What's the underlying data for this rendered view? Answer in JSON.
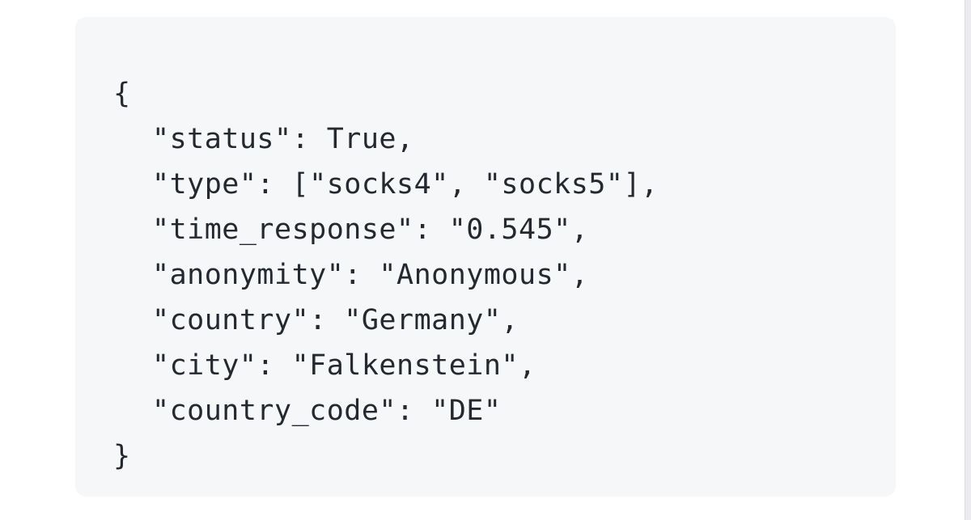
{
  "code": {
    "open_brace": "{",
    "lines": [
      "\"status\": True,",
      "\"type\": [\"socks4\", \"socks5\"],",
      "\"time_response\": \"0.545\",",
      "\"anonymity\": \"Anonymous\",",
      "\"country\": \"Germany\",",
      "\"city\": \"Falkenstein\",",
      "\"country_code\": \"DE\""
    ],
    "close_brace": "}"
  },
  "colors": {
    "page_background": "#ffffff",
    "code_background": "#f6f7f9",
    "code_text": "#24292f"
  }
}
